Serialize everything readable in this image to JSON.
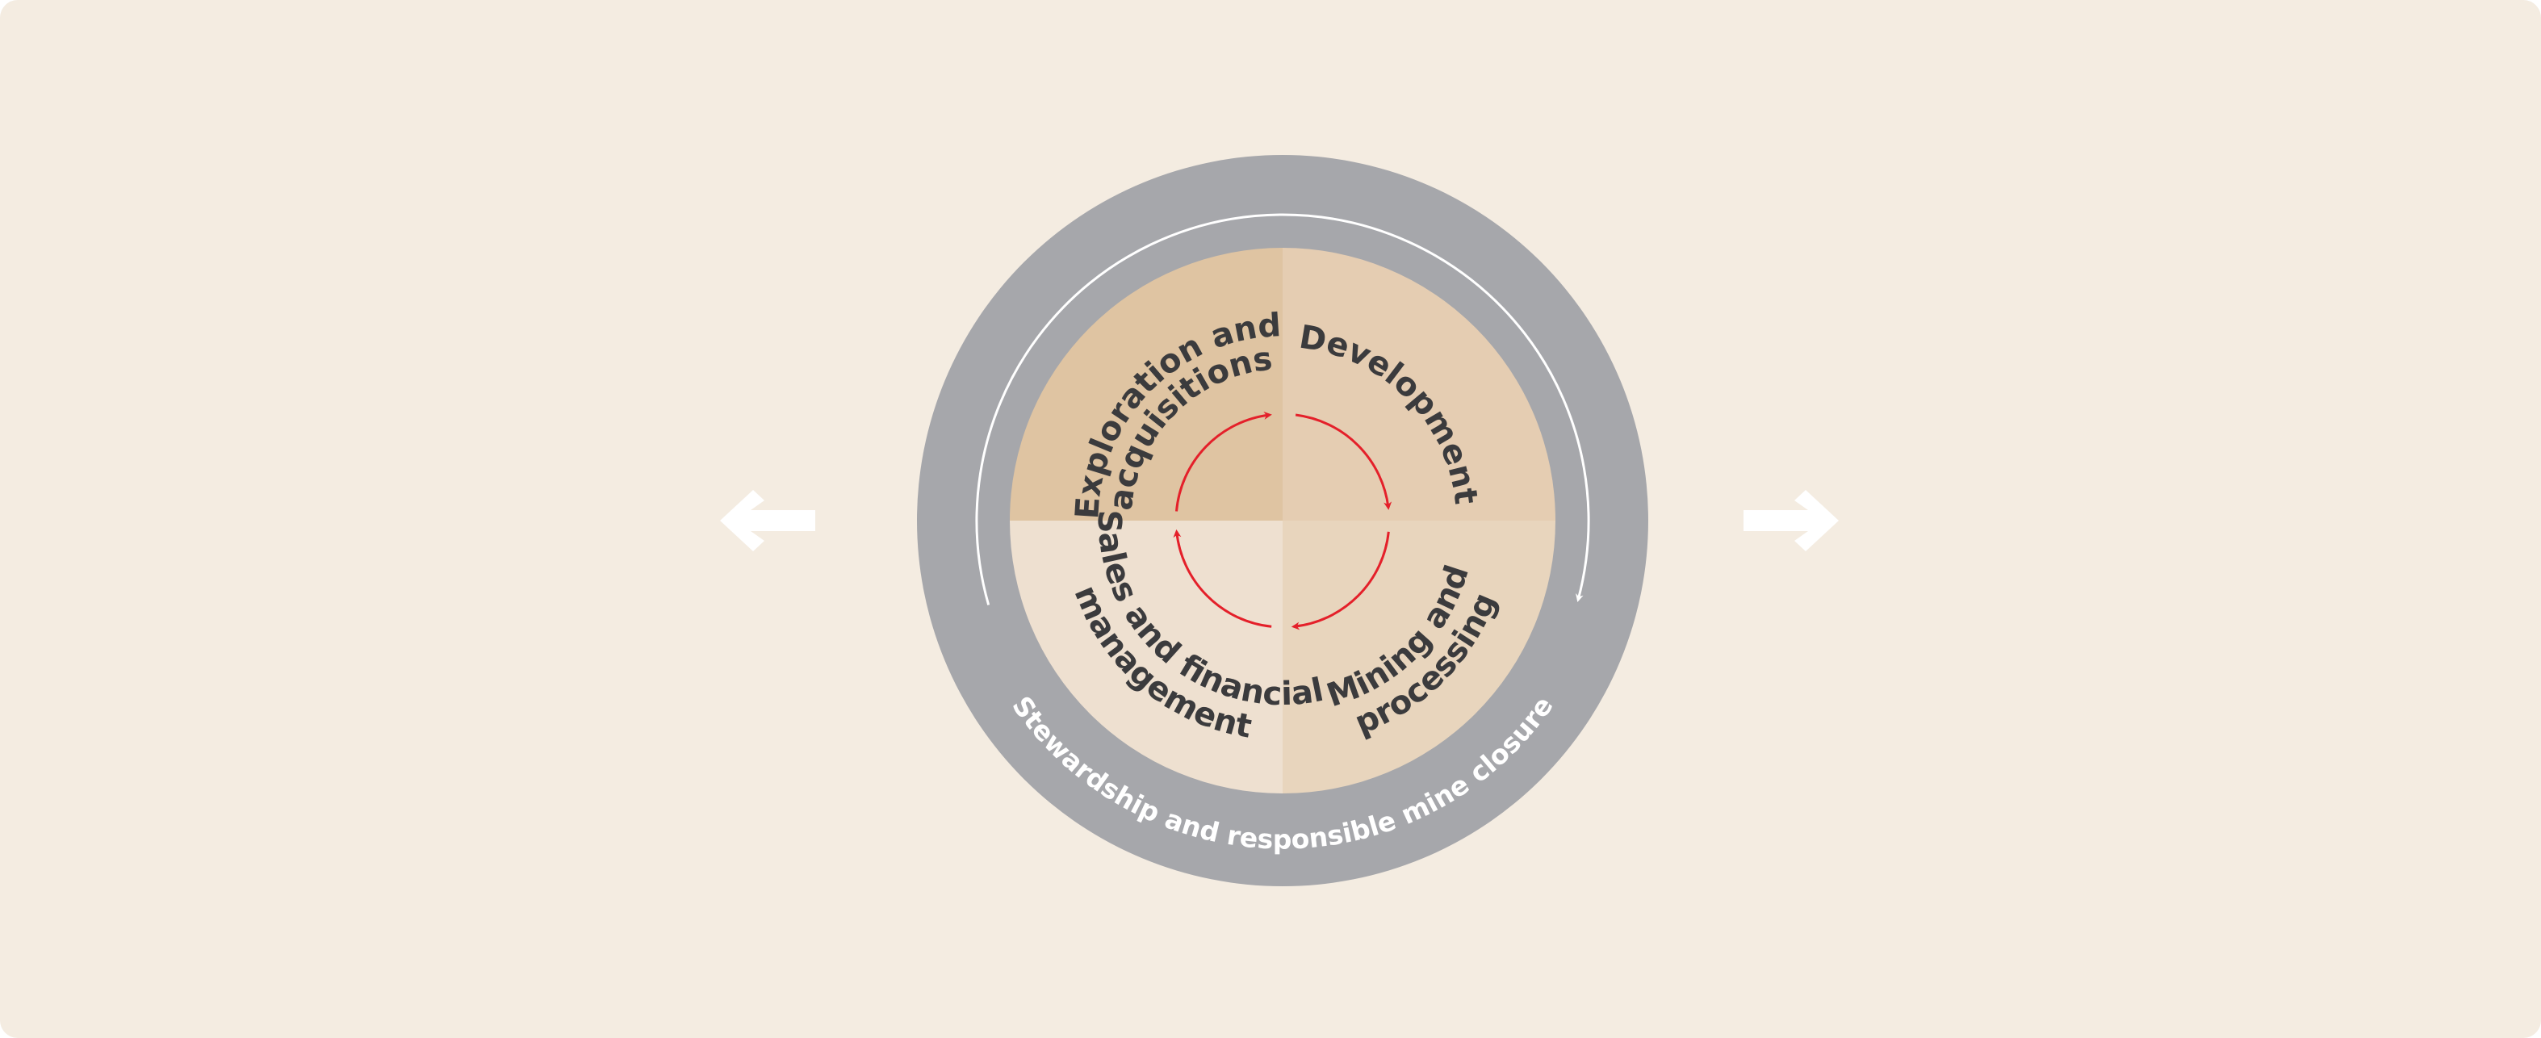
{
  "diagram": {
    "quadrants": [
      {
        "id": "exploration",
        "lines": [
          "Exploration and",
          "acquisitions"
        ],
        "color": "#dfc4a2"
      },
      {
        "id": "development",
        "lines": [
          "Development"
        ],
        "color": "#e5cdb2"
      },
      {
        "id": "mining",
        "lines": [
          "Mining and",
          "processing"
        ],
        "color": "#e8d5bd"
      },
      {
        "id": "sales",
        "lines": [
          "Sales and financial",
          "management"
        ],
        "color": "#eee0d0"
      }
    ],
    "outer_ring_label": "Stewardship and responsible mine closure",
    "cycle_direction": "clockwise",
    "side_arrows": [
      {
        "direction": "left",
        "icon": "arrow-left-icon"
      },
      {
        "direction": "right",
        "icon": "arrow-right-icon"
      }
    ],
    "colors": {
      "background": "#f4ece1",
      "ring": "#a6a7ab",
      "cycle_arrows": "#e4202a",
      "text": "#3b3b3d",
      "ring_text": "#ffffff"
    }
  }
}
